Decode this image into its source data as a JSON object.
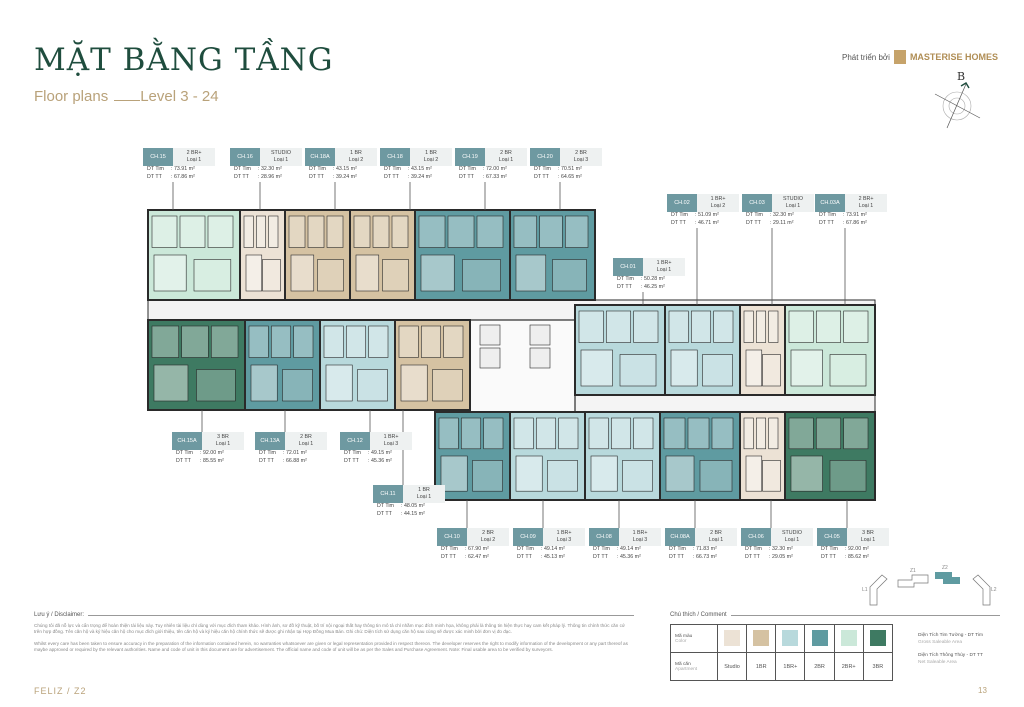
{
  "header": {
    "title": "MẶT BẰNG TẦNG",
    "subtitle": "Floor plans",
    "level": "Level 3 - 24",
    "developer_prefix": "Phát triển bởi",
    "developer": "MASTERISE HOMES",
    "compass_label": "B"
  },
  "colors": {
    "studio": "#ece2d5",
    "1br": "#d5c2a2",
    "1br_plus": "#b8d9dc",
    "2br": "#5f9ba1",
    "2br_plus": "#cbe8d9",
    "3br": "#3e7a62",
    "code_bg": "#6e99a1",
    "title": "#1f4d3e",
    "gold": "#b9a27a"
  },
  "area_labels": {
    "gross": "DT Tim",
    "net": "DT TT"
  },
  "units": [
    {
      "code": "CH.15",
      "type": "2 BR+",
      "variant": "Loại 1",
      "gross": ": 73.91 m²",
      "net": ": 67.86 m²",
      "color": "2br_plus"
    },
    {
      "code": "CH.16",
      "type": "STUDIO",
      "variant": "Loại 1",
      "gross": ": 32.30 m²",
      "net": ": 28.96 m²",
      "color": "studio"
    },
    {
      "code": "CH.18A",
      "type": "1 BR",
      "variant": "Loại 2",
      "gross": ": 43.15 m²",
      "net": ": 39.24 m²",
      "color": "1br"
    },
    {
      "code": "CH.18",
      "type": "1 BR",
      "variant": "Loại 2",
      "gross": ": 43.15 m²",
      "net": ": 39.24 m²",
      "color": "1br"
    },
    {
      "code": "CH.19",
      "type": "2 BR",
      "variant": "Loại 1",
      "gross": ": 72.00 m²",
      "net": ": 67.33 m²",
      "color": "2br"
    },
    {
      "code": "CH.20",
      "type": "2 BR",
      "variant": "Loại 3",
      "gross": ": 70.51 m²",
      "net": ": 64.65 m²",
      "color": "2br"
    },
    {
      "code": "CH.02",
      "type": "1 BR+",
      "variant": "Loại 2",
      "gross": ": 51.09 m²",
      "net": ": 46.71 m²",
      "color": "1br_plus"
    },
    {
      "code": "CH.03",
      "type": "STUDIO",
      "variant": "Loại 1",
      "gross": ": 32.30 m²",
      "net": ": 29.11 m²",
      "color": "studio"
    },
    {
      "code": "CH.03A",
      "type": "2 BR+",
      "variant": "Loại 1",
      "gross": ": 73.91 m²",
      "net": ": 67.86 m²",
      "color": "2br_plus"
    },
    {
      "code": "CH.01",
      "type": "1 BR+",
      "variant": "Loại 1",
      "gross": ": 50.28 m²",
      "net": ": 46.25 m²",
      "color": "1br_plus"
    },
    {
      "code": "CH.15A",
      "type": "3 BR",
      "variant": "Loại 1",
      "gross": ": 92.00 m²",
      "net": ": 85.55 m²",
      "color": "3br"
    },
    {
      "code": "CH.13A",
      "type": "2 BR",
      "variant": "Loại 1",
      "gross": ": 72.01 m²",
      "net": ": 66.88 m²",
      "color": "2br"
    },
    {
      "code": "CH.12",
      "type": "1 BR+",
      "variant": "Loại 3",
      "gross": ": 49.15 m²",
      "net": ": 45.36 m²",
      "color": "1br_plus"
    },
    {
      "code": "CH.11",
      "type": "1 BR",
      "variant": "Loại 1",
      "gross": ": 48.05 m²",
      "net": ": 44.15 m²",
      "color": "1br"
    },
    {
      "code": "CH.10",
      "type": "2 BR",
      "variant": "Loại 2",
      "gross": ": 67.90 m²",
      "net": ": 62.47 m²",
      "color": "2br"
    },
    {
      "code": "CH.09",
      "type": "1 BR+",
      "variant": "Loại 3",
      "gross": ": 49.14 m²",
      "net": ": 45.13 m²",
      "color": "1br_plus"
    },
    {
      "code": "CH.08",
      "type": "1 BR+",
      "variant": "Loại 3",
      "gross": ": 49.14 m²",
      "net": ": 45.36 m²",
      "color": "1br_plus"
    },
    {
      "code": "CH.08A",
      "type": "2 BR",
      "variant": "Loại 1",
      "gross": ": 71.83 m²",
      "net": ": 66.73 m²",
      "color": "2br"
    },
    {
      "code": "CH.06",
      "type": "STUDIO",
      "variant": "Loại 1",
      "gross": ": 32.30 m²",
      "net": ": 29.05 m²",
      "color": "studio"
    },
    {
      "code": "CH.05",
      "type": "3 BR",
      "variant": "Loại 1",
      "gross": ": 92.00 m²",
      "net": ": 85.62 m²",
      "color": "3br"
    }
  ],
  "disclaimer": {
    "heading": "Lưu ý / Disclaimer:",
    "vi": "Chúng tôi đã nỗ lực và cẩn trọng để hoàn thiện tài liệu này. Tuy nhiên tài liệu chỉ dùng với mục đích tham khảo. Hình ảnh, sơ đồ kỹ thuật, bố trí nội ngoại thất hay thông tin mô tả chỉ nhằm mục đích minh họa, không phải là thông tin hiện thực hay cam kết pháp lý. Thông tin chính thức căn cứ trên hợp đồng. Tên căn hộ và ký hiệu căn hộ cho mục đích giới thiệu, tên căn hộ và ký hiệu căn hộ chính thức sẽ được ghi nhận tại Hợp Đồng Mua Bán. Ghi chú: Diện tích sử dụng căn hộ sau cùng sẽ được xác minh bởi đơn vị đo đạc.",
    "en": "Whilst every care has been taken to ensure accuracy in the preparation of the information contained herein, no warranties whatsoever are given or legal representation provided in respect thereon. The developer reserves the right to modify information of the development or any part thereof as maybe approved or required by the relevant authorities. Name and code of unit in this document are for advertisement. The official name and code of unit will be as per the Sales and Purchase Agreement. Note: Final usable area to be verified by surveyors."
  },
  "legend": {
    "heading": "Chú thích / Comment",
    "color_label": "Mã màu",
    "color_label_en": "Color",
    "apt_label": "Mã căn",
    "apt_label_en": "Apartment",
    "types": [
      {
        "label": "Studio",
        "color": "studio"
      },
      {
        "label": "1BR",
        "color": "1br"
      },
      {
        "label": "1BR+",
        "color": "1br_plus"
      },
      {
        "label": "2BR",
        "color": "2br"
      },
      {
        "label": "2BR+",
        "color": "2br_plus"
      },
      {
        "label": "3BR",
        "color": "3br"
      }
    ],
    "gross": "Diện Tích Tim Tường - DT Tim",
    "gross_en": "Gross Saleable Area",
    "net": "Diện Tích Thông Thủy - DT TT",
    "net_en": "Net Saleable Area"
  },
  "keymap": {
    "z1": "Z1",
    "z2": "Z2",
    "l1": "L1",
    "l2": "L2"
  },
  "footer": {
    "project": "FELIZ / Z2",
    "page": "13"
  }
}
